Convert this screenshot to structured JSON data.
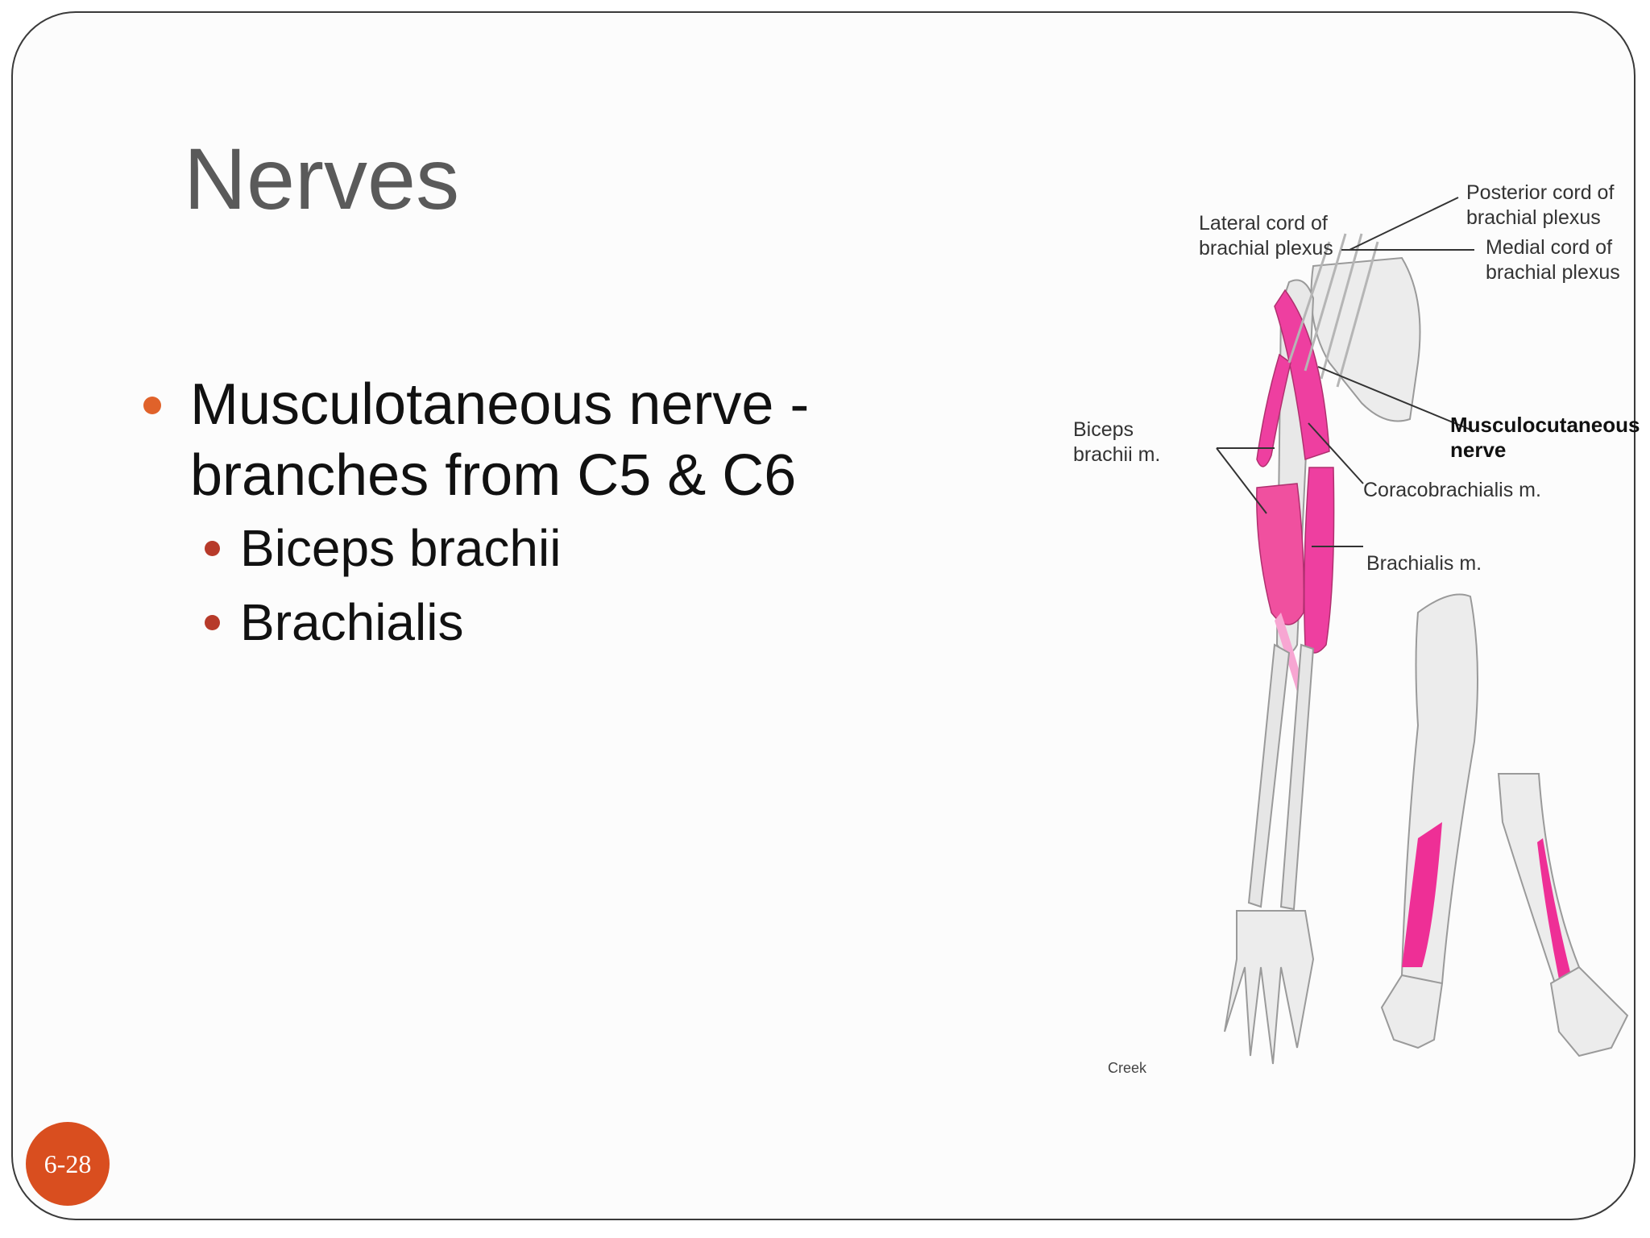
{
  "slide": {
    "title": "Nerves",
    "bullets": [
      {
        "text": "Musculotaneous nerve - branches from C5 & C6",
        "line1": "Musculotaneous nerve -",
        "line2": "branches from C5 & C6",
        "sub": [
          "Biceps brachii",
          "Brachialis"
        ]
      }
    ],
    "slide_number": "6-28"
  },
  "figure": {
    "labels": {
      "posterior_cord_1": "Posterior cord of",
      "posterior_cord_2": "brachial plexus",
      "lateral_cord_1": "Lateral cord of",
      "lateral_cord_2": "brachial plexus",
      "medial_cord_1": "Medial cord of",
      "medial_cord_2": "brachial plexus",
      "musculocutaneous_1": "Musculocutaneous",
      "musculocutaneous_2": "nerve",
      "biceps_1": "Biceps",
      "biceps_2": "brachii m.",
      "coracobrachialis": "Coracobrachialis m.",
      "brachialis": "Brachialis m.",
      "credit": "Creek"
    },
    "colors": {
      "muscle": "#ee3fa0",
      "muscle_light": "#f7a6d2",
      "bone": "#e6e6e6",
      "outline": "#9a9a9a"
    }
  }
}
